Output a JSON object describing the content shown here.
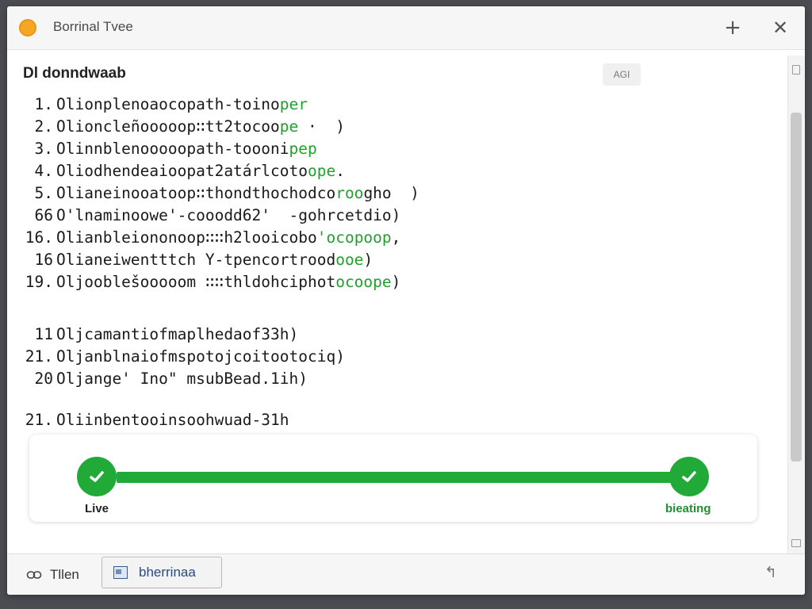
{
  "window": {
    "title": "Borrinal Tvee"
  },
  "titlebar": {
    "plus_glyph": "+",
    "close_glyph": "✕"
  },
  "header": {
    "heading": "Dl donndwaab",
    "tag": "AGI"
  },
  "code_lines": [
    {
      "num": "1.",
      "pre": "Olionplenoaocopath-toino",
      "hl": "per",
      "post": ""
    },
    {
      "num": "2.",
      "pre": "Olioncleñooooop∷tt2tocoo",
      "hl": "pe",
      "post": " ·  )"
    },
    {
      "num": "3.",
      "pre": "Olinnblenooooopath-toooni",
      "hl": "pep",
      "post": ""
    },
    {
      "num": "4.",
      "pre": "Oliodhendeaioopat2atárlcoto",
      "hl": "ope",
      "post": "."
    },
    {
      "num": "5.",
      "pre": "Olianeinooatoop∷thondthochodco",
      "hl": "roo",
      "post": "gho  )"
    },
    {
      "num": "66",
      "pre": "O'lnaminoowe'-cooodd62'  -gohrcetdio)",
      "hl": "",
      "post": ""
    },
    {
      "num": "16.",
      "pre": "Olianbleiononoop∷∷h2looicobo",
      "hl": "'ocopoop",
      "post": ","
    },
    {
      "num": "16",
      "pre": "Olianeiwentttch Y-tpencortrood",
      "hl": "ooe",
      "post": ")"
    },
    {
      "num": "19.",
      "pre": "Oljooblešooooom ∷∷thldohciphot",
      "hl": "ocoope",
      "post": ")"
    },
    {
      "num": "11",
      "pre": "Oljcamantiofmaplhedaof33h)",
      "hl": "",
      "post": ""
    },
    {
      "num": "21.",
      "pre": "Oljanblnaiofmspotojcoitootociq)",
      "hl": "",
      "post": ""
    },
    {
      "num": "20",
      "pre": "Oljange' Ino\" msubBead.1ih)",
      "hl": "",
      "post": ""
    },
    {
      "num": "21.",
      "pre": "Oliinbentooinsoohwuad-31h",
      "hl": "",
      "post": ""
    }
  ],
  "progress": {
    "start_label": "Live",
    "end_label": "bieating",
    "accent": "#22aa38"
  },
  "footer": {
    "link_label": "Tllen",
    "button_label": "bherrinaa",
    "right_glyph": "↰"
  }
}
